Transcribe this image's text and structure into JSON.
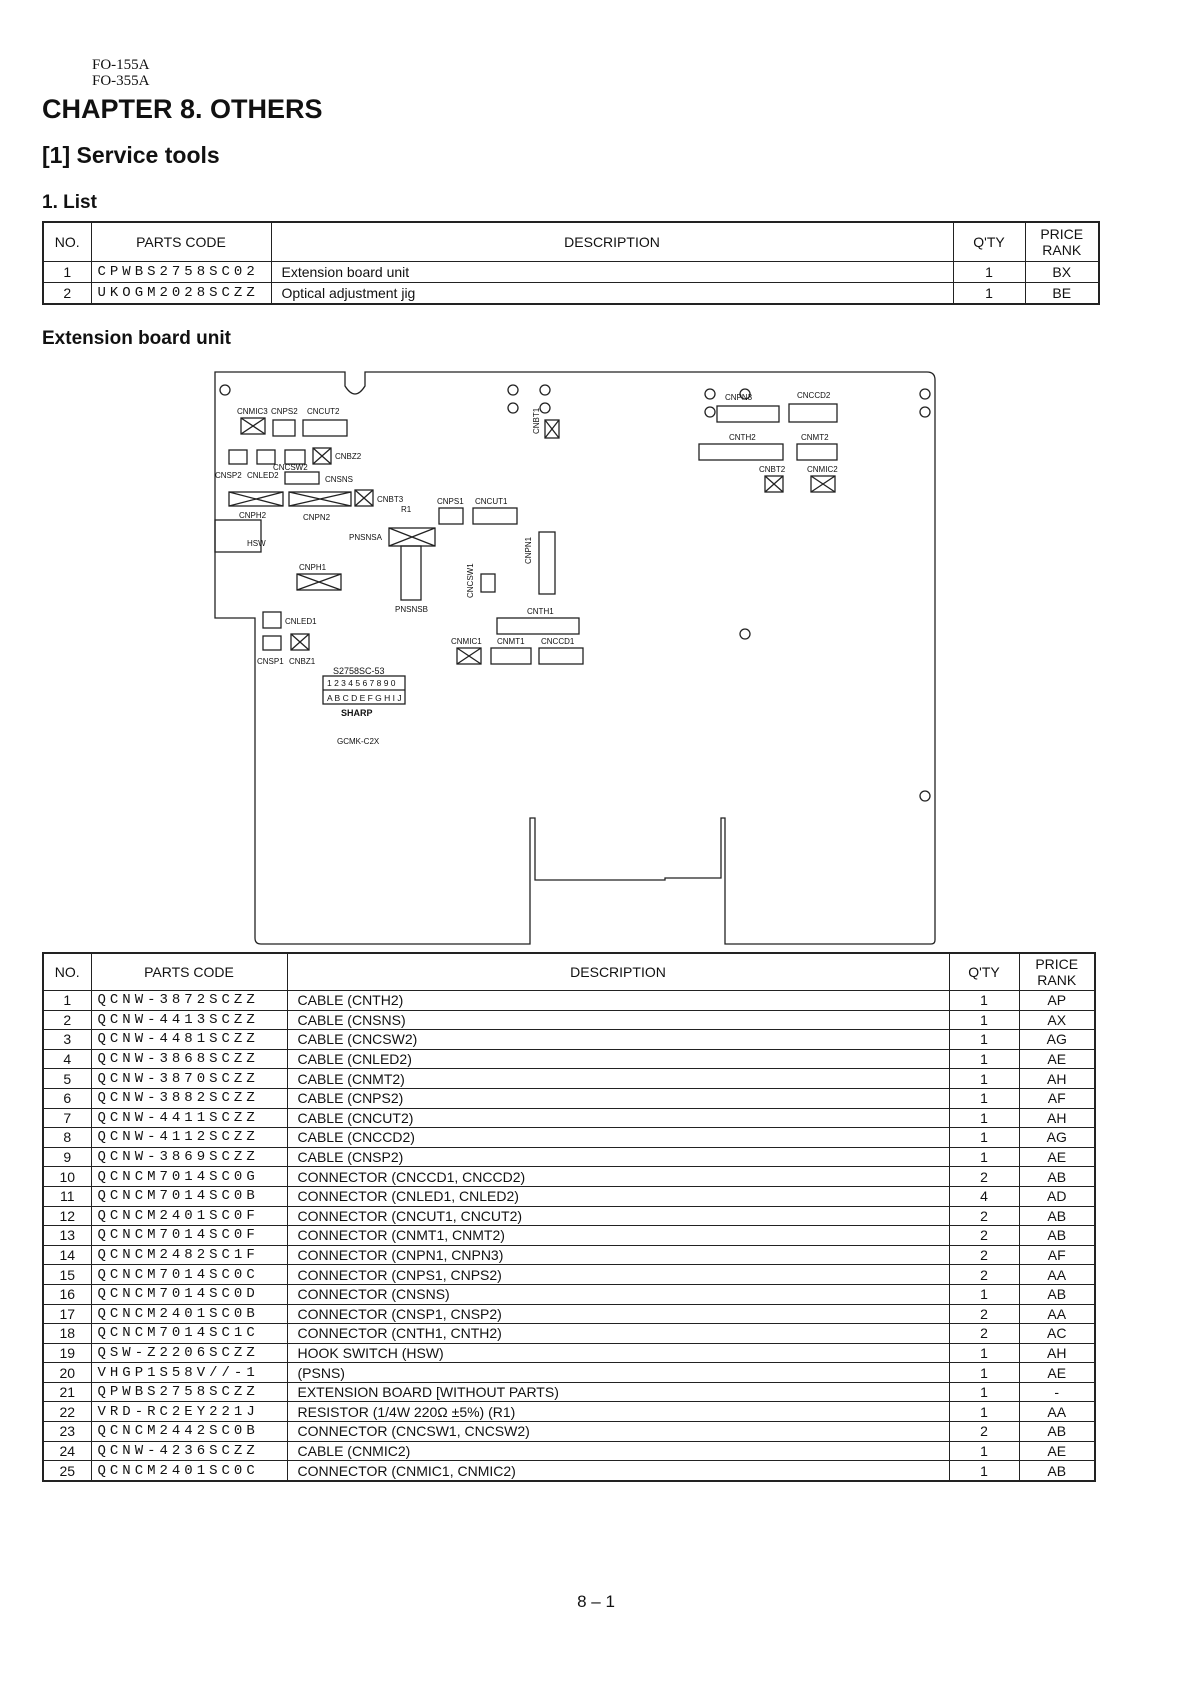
{
  "header": {
    "model_line1": "FO-155A",
    "model_line2": "FO-355A"
  },
  "chapter_title": "CHAPTER 8. OTHERS",
  "section_title": "[1] Service tools",
  "subsection_title": "1. List",
  "table_headers": {
    "no": "NO.",
    "code": "PARTS CODE",
    "desc": "DESCRIPTION",
    "qty": "Q'TY",
    "rank_line1": "PRICE",
    "rank_line2": "RANK"
  },
  "list_rows": [
    {
      "no": "1",
      "code": "CPWBS2758SC02",
      "desc": "Extension board unit",
      "qty": "1",
      "rank": "BX"
    },
    {
      "no": "2",
      "code": "UKOGM2028SCZZ",
      "desc": "Optical adjustment jig",
      "qty": "1",
      "rank": "BE"
    }
  ],
  "board_heading": "Extension board unit",
  "board": {
    "labels": {
      "cnmic3": "CNMIC3",
      "cnps2": "CNPS2",
      "cncut2": "CNCUT2",
      "cnbz2": "CNBZ2",
      "cnsp2": "CNSP2",
      "cnled2": "CNLED2",
      "cncsw2": "CNCSW2",
      "cnsns": "CNSNS",
      "cnph2": "CNPH2",
      "cnpn2": "CNPN2",
      "cnbt3": "CNBT3",
      "r1": "R1",
      "cnps1": "CNPS1",
      "cncut1": "CNCUT1",
      "cnbt1": "CNBT1",
      "pnsnsa": "PNSNSA",
      "pnsnsb": "PNSNSB",
      "hsw": "HSW",
      "cnph1": "CNPH1",
      "cncsw1": "CNCSW1",
      "cnpn1": "CNPN1",
      "cnled1": "CNLED1",
      "cnsp1": "CNSP1",
      "cnbz1": "CNBZ1",
      "cnth1": "CNTH1",
      "cnmic1": "CNMIC1",
      "cnmt1": "CNMT1",
      "cnccd1": "CNCCD1",
      "cnpn3": "CNPN3",
      "cnccd2": "CNCCD2",
      "cnth2": "CNTH2",
      "cnmt2": "CNMT2",
      "cnbt2": "CNBT2",
      "cnmic2": "CNMIC2",
      "board_code": "S2758SC-53",
      "grid_numbers": "1 2 3 4 5 6 7 8 9 0",
      "grid_letters": "A B C D E F G H I J",
      "brand": "SHARP",
      "board_name": "GCMK-C2X"
    }
  },
  "parts_rows": [
    {
      "no": "1",
      "code": "QCNW-3872SCZZ",
      "desc": "CABLE (CNTH2)",
      "qty": "1",
      "rank": "AP"
    },
    {
      "no": "2",
      "code": "QCNW-4413SCZZ",
      "desc": "CABLE (CNSNS)",
      "qty": "1",
      "rank": "AX"
    },
    {
      "no": "3",
      "code": "QCNW-4481SCZZ",
      "desc": "CABLE (CNCSW2)",
      "qty": "1",
      "rank": "AG"
    },
    {
      "no": "4",
      "code": "QCNW-3868SCZZ",
      "desc": "CABLE (CNLED2)",
      "qty": "1",
      "rank": "AE"
    },
    {
      "no": "5",
      "code": "QCNW-3870SCZZ",
      "desc": "CABLE (CNMT2)",
      "qty": "1",
      "rank": "AH"
    },
    {
      "no": "6",
      "code": "QCNW-3882SCZZ",
      "desc": "CABLE (CNPS2)",
      "qty": "1",
      "rank": "AF"
    },
    {
      "no": "7",
      "code": "QCNW-4411SCZZ",
      "desc": "CABLE (CNCUT2)",
      "qty": "1",
      "rank": "AH"
    },
    {
      "no": "8",
      "code": "QCNW-4112SCZZ",
      "desc": "CABLE (CNCCD2)",
      "qty": "1",
      "rank": "AG"
    },
    {
      "no": "9",
      "code": "QCNW-3869SCZZ",
      "desc": "CABLE (CNSP2)",
      "qty": "1",
      "rank": "AE"
    },
    {
      "no": "10",
      "code": "QCNCM7014SC0G",
      "desc": "CONNECTOR (CNCCD1, CNCCD2)",
      "qty": "2",
      "rank": "AB"
    },
    {
      "no": "11",
      "code": "QCNCM7014SC0B",
      "desc": "CONNECTOR (CNLED1, CNLED2)",
      "qty": "4",
      "rank": "AD"
    },
    {
      "no": "12",
      "code": "QCNCM2401SC0F",
      "desc": "CONNECTOR (CNCUT1, CNCUT2)",
      "qty": "2",
      "rank": "AB"
    },
    {
      "no": "13",
      "code": "QCNCM7014SC0F",
      "desc": "CONNECTOR (CNMT1, CNMT2)",
      "qty": "2",
      "rank": "AB"
    },
    {
      "no": "14",
      "code": "QCNCM2482SC1F",
      "desc": "CONNECTOR (CNPN1, CNPN3)",
      "qty": "2",
      "rank": "AF"
    },
    {
      "no": "15",
      "code": "QCNCM7014SC0C",
      "desc": "CONNECTOR (CNPS1, CNPS2)",
      "qty": "2",
      "rank": "AA"
    },
    {
      "no": "16",
      "code": "QCNCM7014SC0D",
      "desc": "CONNECTOR (CNSNS)",
      "qty": "1",
      "rank": "AB"
    },
    {
      "no": "17",
      "code": "QCNCM2401SC0B",
      "desc": "CONNECTOR (CNSP1, CNSP2)",
      "qty": "2",
      "rank": "AA"
    },
    {
      "no": "18",
      "code": "QCNCM7014SC1C",
      "desc": "CONNECTOR (CNTH1, CNTH2)",
      "qty": "2",
      "rank": "AC"
    },
    {
      "no": "19",
      "code": "QSW-Z2206SCZZ",
      "desc": "HOOK SWITCH (HSW)",
      "qty": "1",
      "rank": "AH"
    },
    {
      "no": "20",
      "code": "VHGP1S58V//-1",
      "desc": "(PSNS)",
      "qty": "1",
      "rank": "AE"
    },
    {
      "no": "21",
      "code": "QPWBS2758SCZZ",
      "desc": "EXTENSION BOARD [WITHOUT PARTS)",
      "qty": "1",
      "rank": "-"
    },
    {
      "no": "22",
      "code": "VRD-RC2EY221J",
      "desc": "RESISTOR (1/4W 220Ω ±5%) (R1)",
      "qty": "1",
      "rank": "AA"
    },
    {
      "no": "23",
      "code": "QCNCM2442SC0B",
      "desc": "CONNECTOR (CNCSW1, CNCSW2)",
      "qty": "2",
      "rank": "AB"
    },
    {
      "no": "24",
      "code": "QCNW-4236SCZZ",
      "desc": "CABLE (CNMIC2)",
      "qty": "1",
      "rank": "AE"
    },
    {
      "no": "25",
      "code": "QCNCM2401SC0C",
      "desc": "CONNECTOR (CNMIC1, CNMIC2)",
      "qty": "1",
      "rank": "AB"
    }
  ],
  "page_number": "8 – 1"
}
